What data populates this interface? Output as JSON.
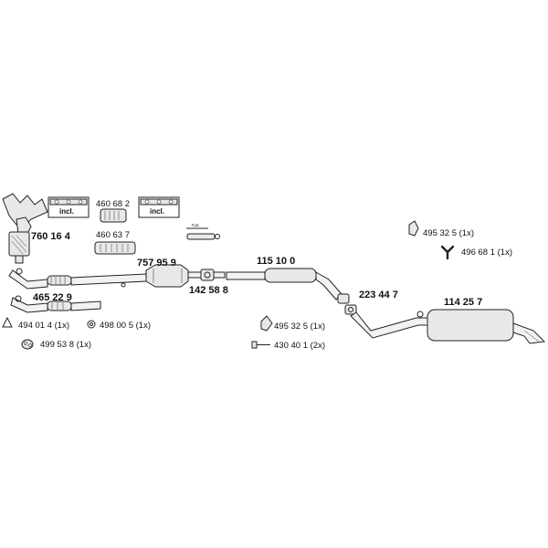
{
  "parts": {
    "manifold": "760 16 4",
    "gasket_a": "460 68 2",
    "gasket_b": "460 63 7",
    "front_pipe": "465 22 9",
    "front_pipe_catalyst": "757 95 9",
    "clamp_small": "142 58 8",
    "center_muffler": "115 10 0",
    "clamp_coupler": "223 44 7",
    "rear_muffler": "114 25 7"
  },
  "small_parts": {
    "seal_ring": "494 01 4 (1x)",
    "rubber_mount_front": "498 00 5 (1x)",
    "rubber_ring": "499 53 8 (1x)",
    "hanger_rear": "495 32 5 (1x)",
    "y_hanger": "496 68 1 (1x)",
    "hanger_center": "495 32 5 (1x)",
    "bolt": "430 40 1 (2x)"
  },
  "incl_label": "incl.",
  "sensor_note": "n.a."
}
